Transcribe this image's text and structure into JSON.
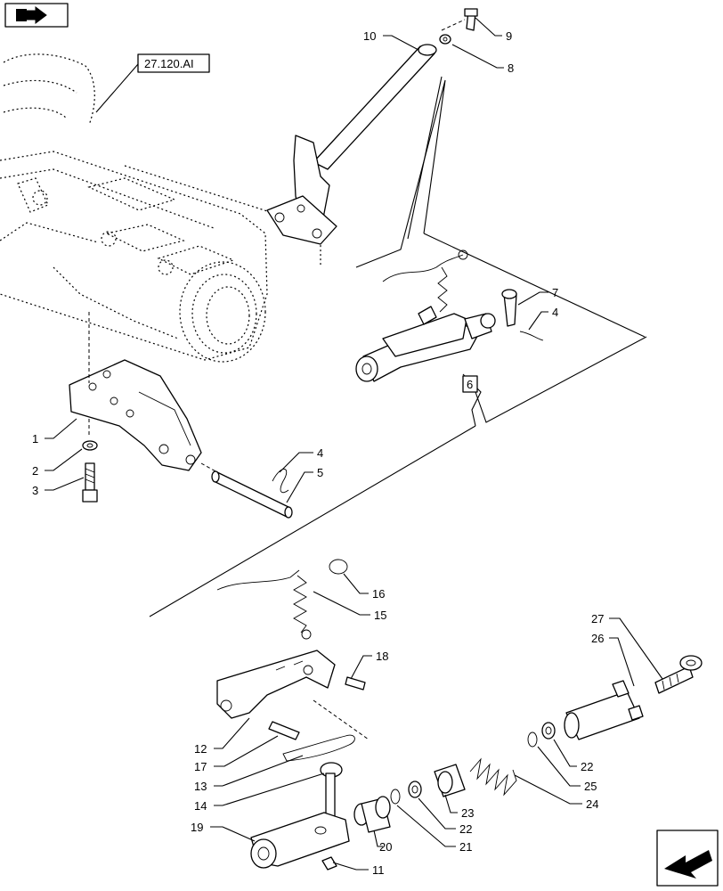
{
  "reference_label": "27.120.AI",
  "subassembly_label": "6",
  "nav": {
    "prev_icon": "book-arrow-icon",
    "next_icon": "arrow-next-icon"
  },
  "callouts": {
    "c1": "1",
    "c2": "2",
    "c3": "3",
    "c4a": "4",
    "c5": "5",
    "c4b": "4",
    "c7": "7",
    "c8": "8",
    "c9": "9",
    "c10": "10",
    "c11": "11",
    "c12": "12",
    "c13": "13",
    "c14": "14",
    "c15": "15",
    "c16": "16",
    "c17": "17",
    "c18": "18",
    "c19": "19",
    "c20": "20",
    "c21": "21",
    "c22a": "22",
    "c22b": "22",
    "c23": "23",
    "c24": "24",
    "c25": "25",
    "c26": "26",
    "c27": "27"
  }
}
